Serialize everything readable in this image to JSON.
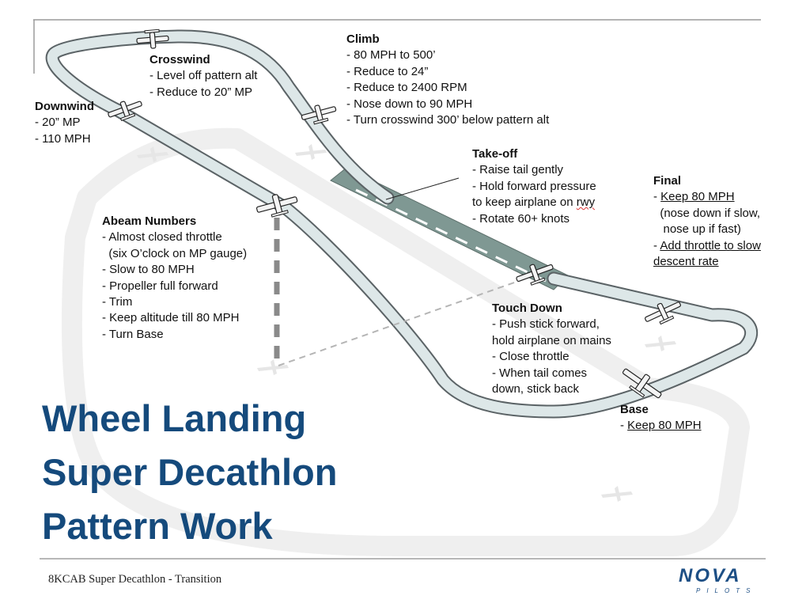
{
  "slide": {
    "title_lines": [
      "Wheel Landing",
      "Super Decathlon",
      "Pattern Work"
    ],
    "footer": "8KCAB Super Decathlon - Transition",
    "logo": {
      "brand": "NOVA",
      "sub": "PILOTS"
    }
  },
  "labels": {
    "climb": {
      "heading": "Climb",
      "lines": [
        "- 80 MPH to 500’",
        "- Reduce to 24”",
        "- Reduce to 2400 RPM",
        "- Nose down to 90 MPH",
        "- Turn crosswind 300’ below pattern alt"
      ]
    },
    "crosswind": {
      "heading": "Crosswind",
      "lines": [
        "- Level off pattern alt",
        "- Reduce to 20” MP"
      ]
    },
    "downwind": {
      "heading": "Downwind",
      "lines": [
        "- 20” MP",
        "- 110 MPH"
      ]
    },
    "takeoff": {
      "heading": "Take-off",
      "lines": [
        "- Raise tail gently",
        "- Hold forward pressure",
        "to keep airplane on ",
        "- Rotate 60+ knots"
      ],
      "squiggle_word": "rwy"
    },
    "final": {
      "heading": "Final",
      "lines": [
        "- ",
        "  (nose down if slow,",
        "   nose up if fast)",
        "- "
      ],
      "underlined": [
        "Keep 80 MPH",
        "Add throttle to slow",
        "descent rate"
      ]
    },
    "abeam": {
      "heading": "Abeam Numbers",
      "lines": [
        "- Almost closed throttle",
        "  (six O’clock on MP gauge)",
        "- Slow to 80 MPH",
        "- Propeller full forward",
        "- Trim",
        "- Keep altitude till 80 MPH",
        "- Turn Base"
      ]
    },
    "touchdown": {
      "heading": "Touch Down",
      "lines": [
        "- Push stick forward,",
        "hold airplane on mains",
        "- Close throttle",
        "- When tail comes",
        "down, stick back"
      ]
    },
    "base": {
      "heading": "Base",
      "lines": [
        "- "
      ],
      "underlined": [
        "Keep 80 MPH"
      ]
    }
  },
  "colors": {
    "title": "#154a7c",
    "path_fill": "#dde7e8",
    "path_edge": "#5b6366",
    "runway": "#7f9893",
    "ghost_path": "#efefef",
    "logo": "#1d4f85"
  }
}
